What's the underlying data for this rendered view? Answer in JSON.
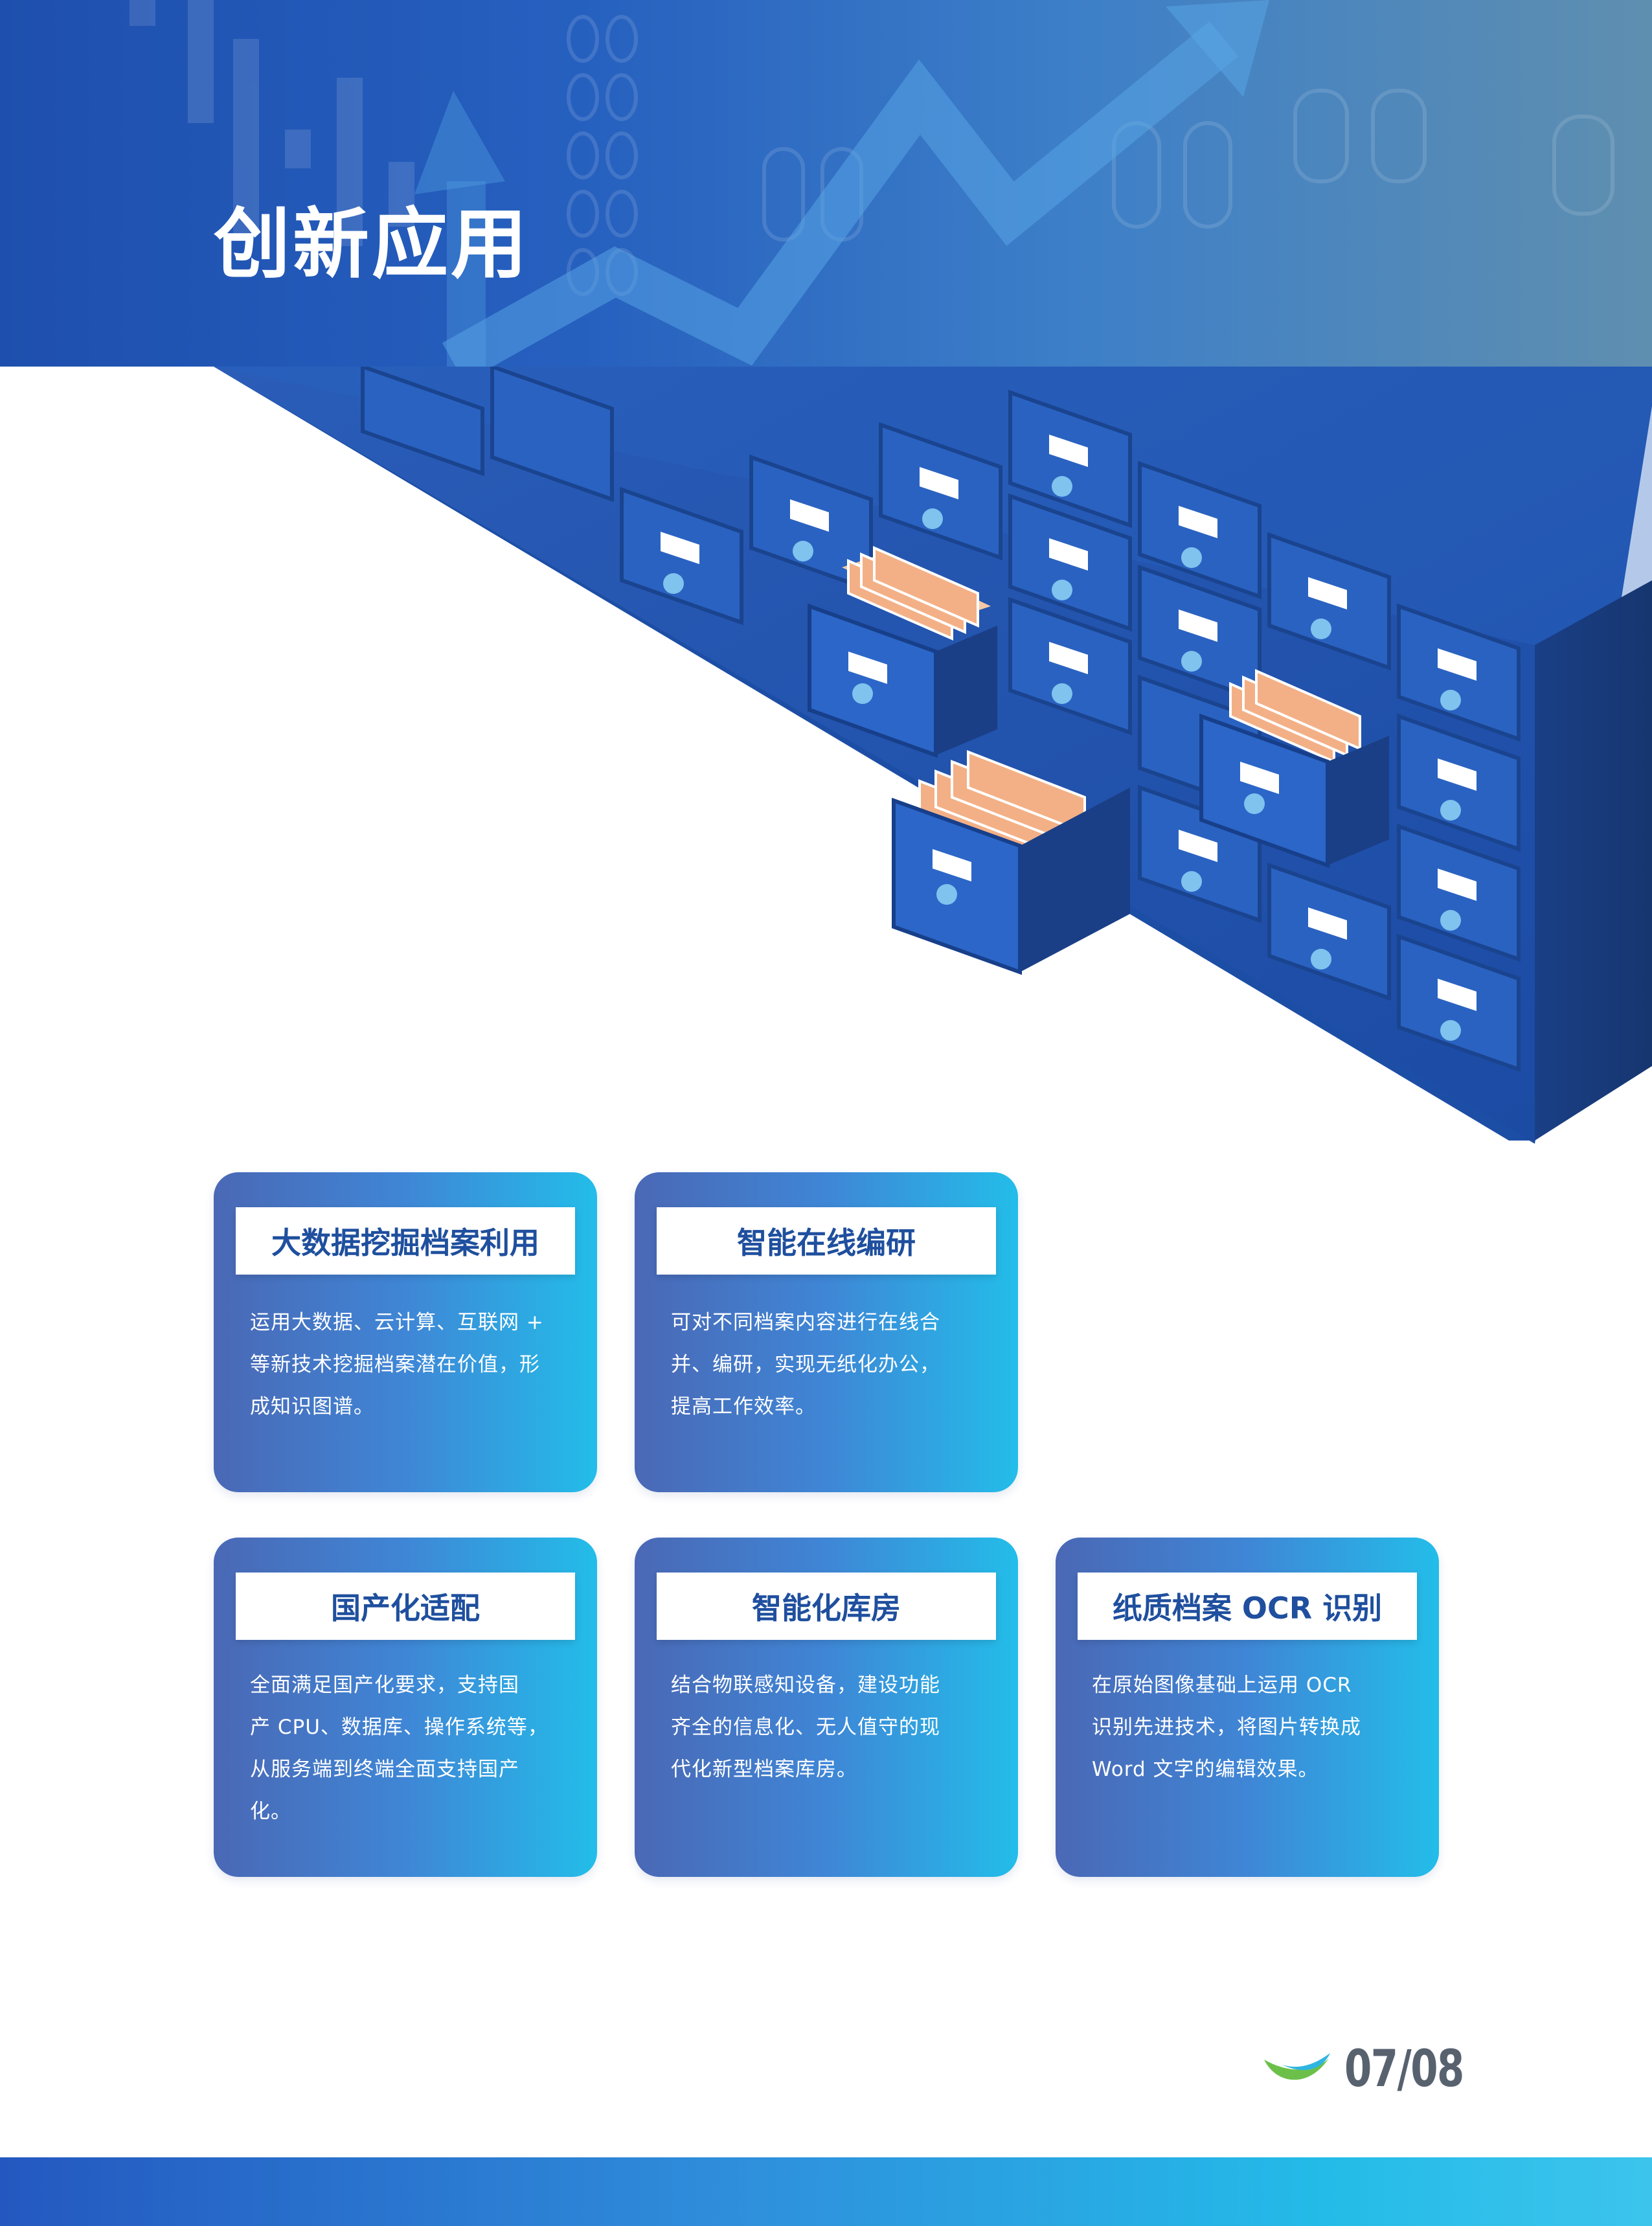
{
  "header": {
    "title": "创新应用",
    "colors": {
      "banner_start": "#1e4fae",
      "banner_end": "#5f8fb0"
    }
  },
  "cards": [
    {
      "title": "大数据挖掘档案利用",
      "lines": [
        "运用大数据、云计算、互联网 +",
        "等新技术挖掘档案潜在价值，形",
        "成知识图谱。"
      ]
    },
    {
      "title": "智能在线编研",
      "lines": [
        "可对不同档案内容进行在线合",
        "并、编研，实现无纸化办公，",
        "提高工作效率。"
      ]
    },
    {
      "title": "国产化适配",
      "lines": [
        "全面满足国产化要求，支持国",
        "产 CPU、数据库、操作系统等，",
        "从服务端到终端全面支持国产",
        "化。"
      ]
    },
    {
      "title": "智能化库房",
      "lines": [
        "结合物联感知设备，建设功能",
        "齐全的信息化、无人值守的现",
        "代化新型档案库房。"
      ]
    },
    {
      "title": "纸质档案 OCR 识别",
      "lines": [
        "在原始图像基础上运用 OCR",
        "识别先进技术，将图片转换成",
        "Word 文字的编辑效果。"
      ]
    }
  ],
  "footer": {
    "page_number": "07/08",
    "logo_icon": "leaf-logo-icon",
    "colors": {
      "bar": "#2f8fdc",
      "logo_green": "#6cc04a",
      "logo_blue": "#2fb5e0"
    }
  }
}
